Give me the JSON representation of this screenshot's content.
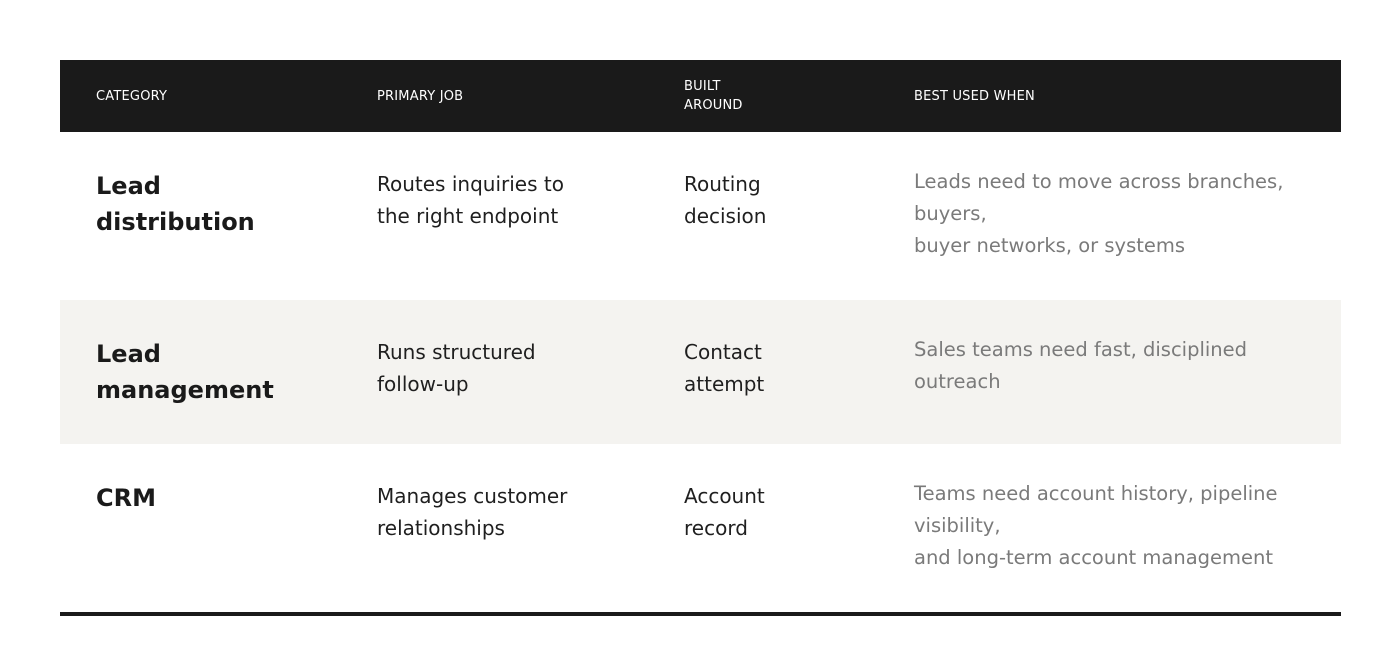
{
  "table": {
    "headers": [
      "CATEGORY",
      "PRIMARY JOB",
      "BUILT\nAROUND",
      "BEST USED WHEN"
    ],
    "rows": [
      {
        "category": "Lead distribution",
        "primary_job": "Routes inquiries to the right endpoint",
        "built_around": "Routing decision",
        "best_used_when": "Leads need to move across branches, buyers,\nbuyer networks, or systems"
      },
      {
        "category": "Lead management",
        "primary_job": "Runs structured follow-up",
        "built_around": "Contact attempt",
        "best_used_when": "Sales teams need fast, disciplined outreach"
      },
      {
        "category": "CRM",
        "primary_job": "Manages customer relationships",
        "built_around": "Account record",
        "best_used_when": "Teams need account history, pipeline visibility,\nand long-term account management"
      }
    ]
  },
  "colors": {
    "header_bg": "#1a1a1a",
    "alt_row_bg": "#f4f3f0",
    "muted_text": "#7a7a7a"
  }
}
